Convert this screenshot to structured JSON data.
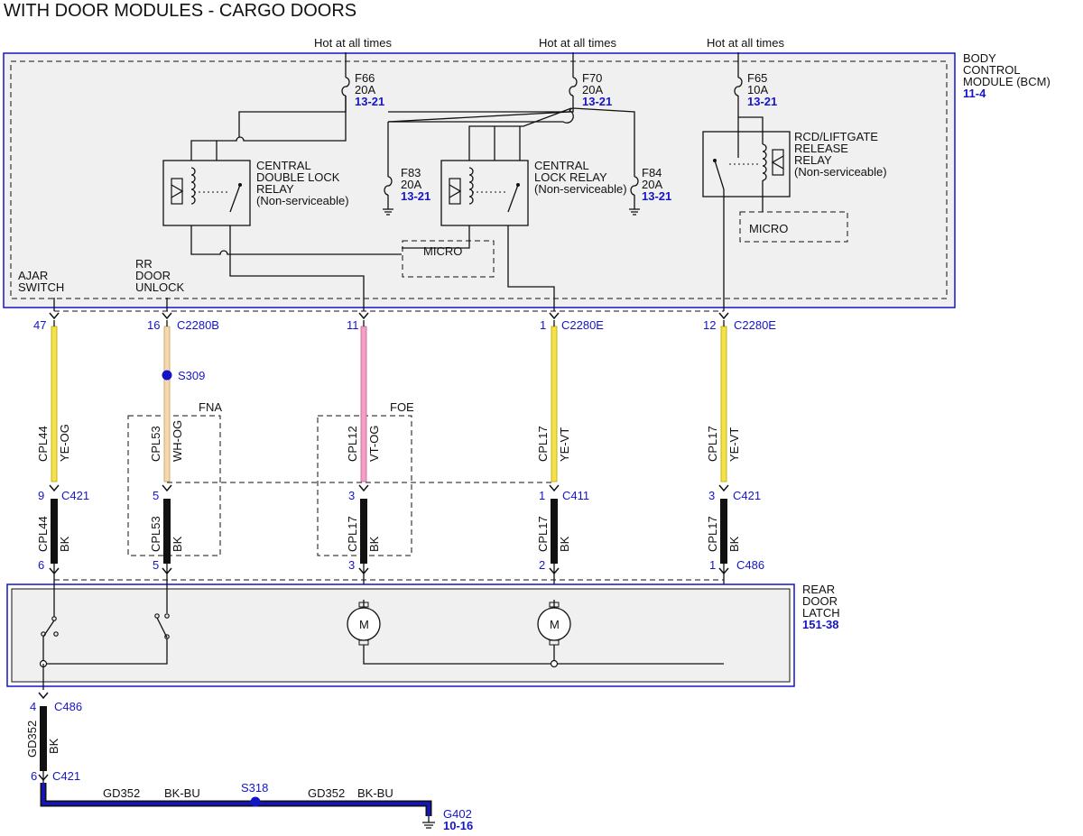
{
  "title": "WITH DOOR MODULES - CARGO DOORS",
  "bcm": {
    "name_lines": [
      "BODY",
      "CONTROL",
      "MODULE (BCM)"
    ],
    "ref": "11-4",
    "fuses": [
      {
        "name": "F66",
        "amps": "20A",
        "ref": "13-21",
        "supply": "Hot at all times"
      },
      {
        "name": "F70",
        "amps": "20A",
        "ref": "13-21",
        "supply": "Hot at all times"
      },
      {
        "name": "F65",
        "amps": "10A",
        "ref": "13-21",
        "supply": "Hot at all times"
      },
      {
        "name": "F83",
        "amps": "20A",
        "ref": "13-21"
      },
      {
        "name": "F84",
        "amps": "20A",
        "ref": "13-21"
      }
    ],
    "relays": [
      {
        "lines": [
          "CENTRAL",
          "DOUBLE LOCK",
          "RELAY",
          "(Non-serviceable)"
        ]
      },
      {
        "lines": [
          "CENTRAL",
          "LOCK RELAY",
          "(Non-serviceable)"
        ]
      },
      {
        "lines": [
          "RCD/LIFTGATE",
          "RELEASE",
          "RELAY",
          "(Non-serviceable)"
        ]
      }
    ],
    "micro_label": "MICRO",
    "inputs": [
      {
        "lines": [
          "AJAR",
          "SWITCH"
        ]
      },
      {
        "lines": [
          "RR",
          "DOOR",
          "UNLOCK"
        ]
      }
    ]
  },
  "circuits": [
    {
      "top_pin": "47",
      "top_conn": "",
      "s_wire": "CPL44",
      "s_color": "YE-OG",
      "mid_pin": "9",
      "mid_conn": "C421",
      "l_wire": "CPL44",
      "l_color": "BK",
      "bot_pin": "6",
      "bot_conn": ""
    },
    {
      "top_pin": "16",
      "top_conn": "C2280B",
      "s_wire": "CPL53",
      "s_color": "WH-OG",
      "mid_pin": "5",
      "mid_conn": "",
      "l_wire": "CPL53",
      "l_color": "BK",
      "bot_pin": "5",
      "bot_conn": ""
    },
    {
      "top_pin": "11",
      "top_conn": "",
      "s_wire": "CPL12",
      "s_color": "VT-OG",
      "mid_pin": "3",
      "mid_conn": "",
      "l_wire": "CPL17",
      "l_color": "BK",
      "bot_pin": "3",
      "bot_conn": ""
    },
    {
      "top_pin": "1",
      "top_conn": "C2280E",
      "s_wire": "CPL17",
      "s_color": "YE-VT",
      "mid_pin": "1",
      "mid_conn": "C411",
      "l_wire": "CPL17",
      "l_color": "BK",
      "bot_pin": "2",
      "bot_conn": ""
    },
    {
      "top_pin": "12",
      "top_conn": "C2280E",
      "s_wire": "CPL17",
      "s_color": "YE-VT",
      "mid_pin": "3",
      "mid_conn": "C421",
      "l_wire": "CPL17",
      "l_color": "BK",
      "bot_pin": "1",
      "bot_conn": "C486"
    }
  ],
  "splice_s309": "S309",
  "option_fna": "FNA",
  "option_foe": "FOE",
  "latch": {
    "name_lines": [
      "REAR",
      "DOOR",
      "LATCH"
    ],
    "ref": "151-38",
    "motor_label": "M"
  },
  "ground": {
    "top_pin": "4",
    "top_conn": "C486",
    "wire": "GD352",
    "wire_color": "BK",
    "bot_pin": "6",
    "bot_conn": "C421",
    "h_wire1": "GD352",
    "h_color1": "BK-BU",
    "splice": "S318",
    "h_wire2": "GD352",
    "h_color2": "BK-BU",
    "ground_name": "G402",
    "ground_ref": "10-16"
  },
  "colors": {
    "yellow": "#f5e24a",
    "pink": "#f39fc3",
    "white_orange": "#f3d9b0",
    "black": "#111111",
    "blue": "#1515c8",
    "module_fill": "#f0f0f0"
  }
}
